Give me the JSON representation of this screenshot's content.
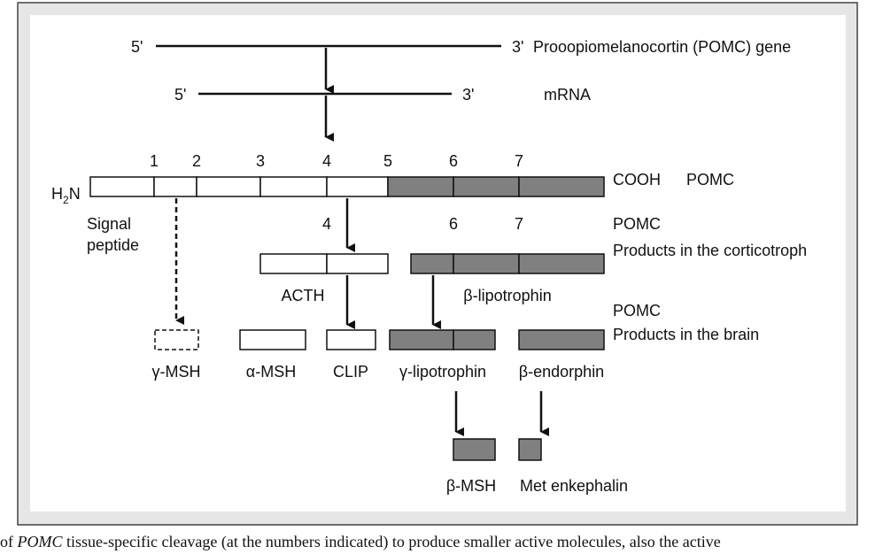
{
  "gene": {
    "five_prime": "5'",
    "three_prime": "3'",
    "label": "Prooopiomelanocortin (POMC) gene"
  },
  "mrna": {
    "five_prime": "5'",
    "three_prime": "3'",
    "label": "mRNA"
  },
  "pomc": {
    "cleavage_numbers": [
      "1",
      "2",
      "3",
      "4",
      "5",
      "6",
      "7"
    ],
    "n_terminus": "H",
    "n_terminus_sub": "2",
    "n_terminus_end": "N",
    "c_terminus": "COOH",
    "label": "POMC",
    "signal_line1": "Signal",
    "signal_line2": "peptide"
  },
  "corticotroph": {
    "num_4": "4",
    "num_6": "6",
    "num_7": "7",
    "label_line1": "POMC",
    "label_line2": "Products in the corticotroph",
    "acth": "ACTH",
    "beta_lipotrophin": "β-lipotrophin"
  },
  "brain": {
    "label_line1": "POMC",
    "label_line2": "Products in the brain",
    "gamma_msh": "γ-MSH",
    "alpha_msh": "α-MSH",
    "clip": "CLIP",
    "gamma_lipotrophin": "γ-lipotrophin",
    "beta_endorphin": "β-endorphin",
    "beta_msh": "β-MSH",
    "met_enkephalin": "Met enkephalin"
  },
  "caption": {
    "lead": "of ",
    "gene": "POMC",
    "rest": " tissue-specific cleavage (at the numbers indicated) to produce smaller active molecules, also the active"
  },
  "colors": {
    "frame": "#e6e6e6",
    "shaded_segment": "#808080",
    "line": "#111111"
  }
}
